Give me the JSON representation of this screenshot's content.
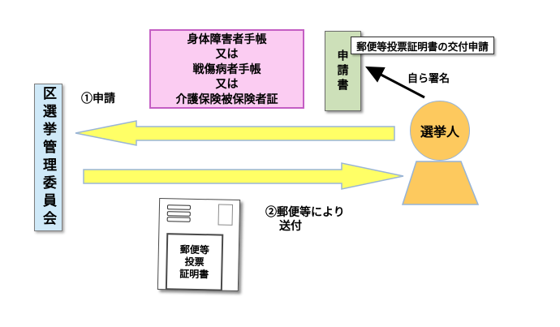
{
  "diagram": {
    "committee_box": {
      "text": "区選挙管理委員会"
    },
    "documents_box": {
      "lines": [
        "身体障害者手帳",
        "又は",
        "戦傷病者手帳",
        "又は",
        "介護保険被保険者証"
      ]
    },
    "application_box": {
      "text": "申請書"
    },
    "cert_request_label": {
      "text": "郵便等投票証明書の交付申請"
    },
    "self_sign_label": {
      "text": "自ら署名"
    },
    "step1_label": {
      "text": "①申請"
    },
    "step2_label": {
      "line1": "②郵便等により",
      "line2": "送付"
    },
    "elector": {
      "label": "選挙人"
    },
    "envelope": {
      "label_lines": [
        "郵便等",
        "投票",
        "証明書"
      ]
    },
    "colors": {
      "committee_fill": "#cfe9f8",
      "documents_fill": "#fbccf2",
      "documents_border": "#c45ec4",
      "application_fill": "#cde0b9",
      "arrow_fill": "#ffff66",
      "arrow_stroke": "#9ab5d6",
      "elector_fill": "#fdc95e",
      "elector_stroke": "#95b3d7"
    }
  }
}
